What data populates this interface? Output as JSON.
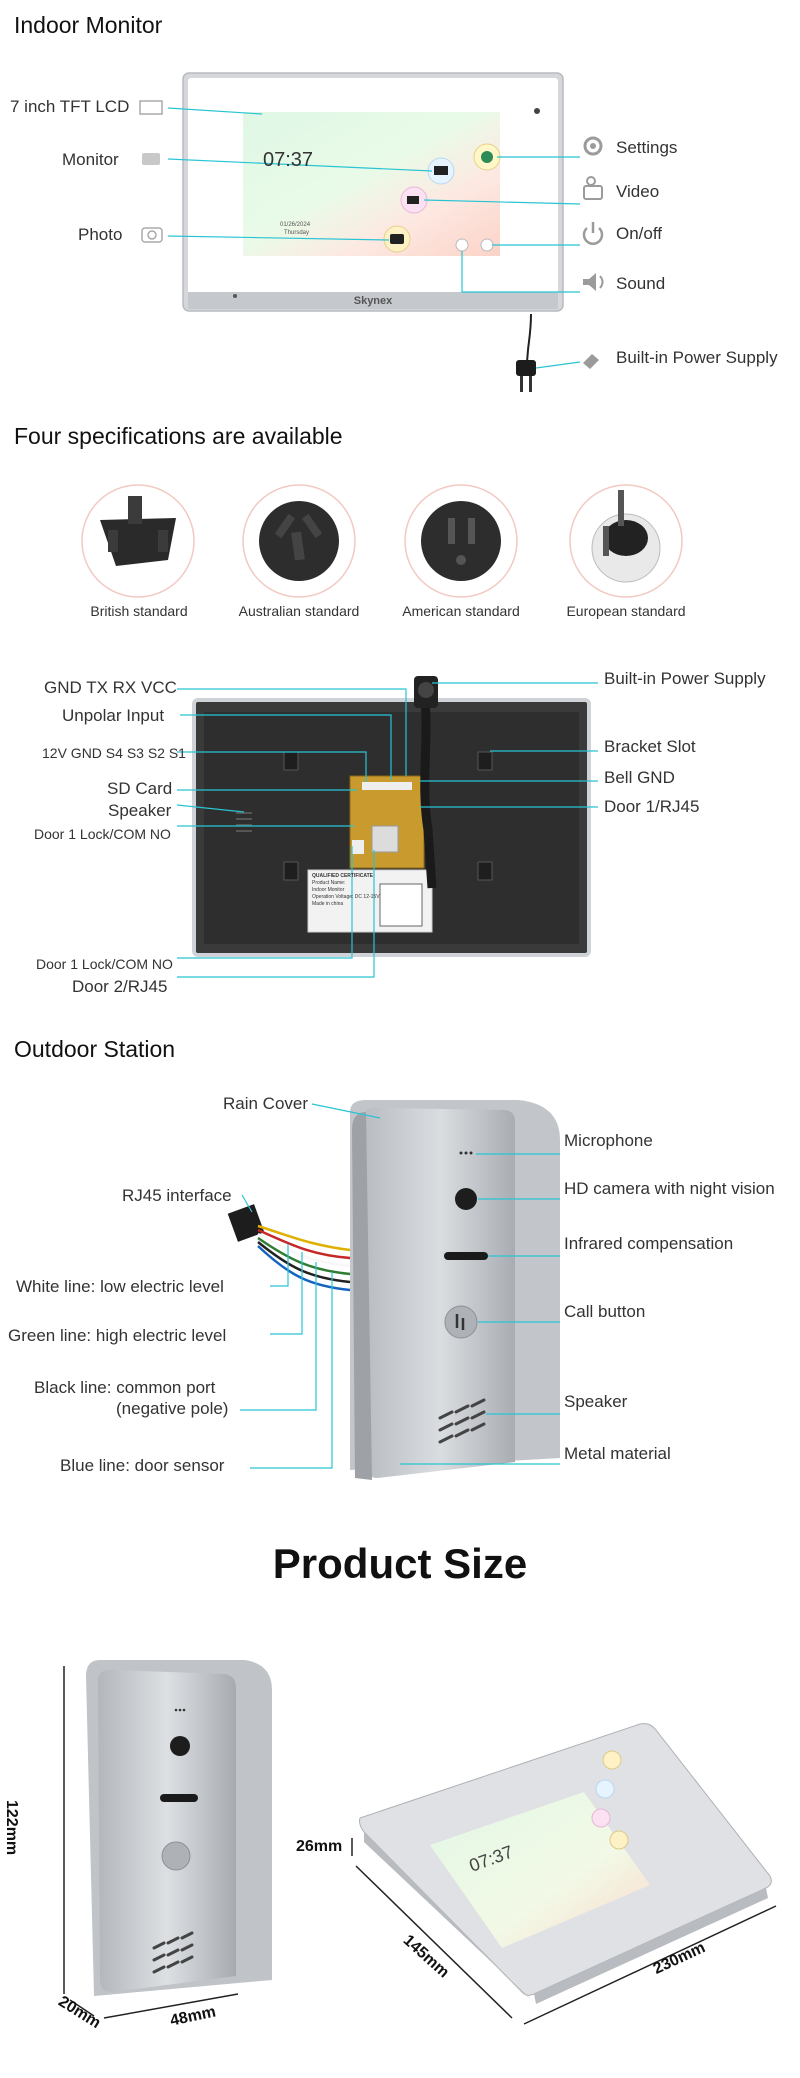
{
  "indoor": {
    "title": "Indoor Monitor",
    "labels": {
      "lcd": "7 inch TFT LCD",
      "monitor": "Monitor",
      "photo": "Photo",
      "settings": "Settings",
      "video": "Video",
      "onoff": "On/off",
      "sound": "Sound",
      "power": "Built-in Power Supply"
    },
    "screen": {
      "time": "07:37",
      "date": "01/26/2024",
      "day": "Thursday"
    },
    "brand": "Skynex"
  },
  "plugs": {
    "title": "Four specifications are available",
    "items": [
      "British standard",
      "Australian standard",
      "American standard",
      "European standard"
    ]
  },
  "back": {
    "left": [
      "GND TX RX VCC",
      "Unpolar Input",
      "12V GND S4 S3 S2 S1",
      "SD Card",
      "Speaker",
      "Door 1 Lock/COM NO",
      "Door 1 Lock/COM NO",
      "Door 2/RJ45"
    ],
    "right": [
      "Built-in Power Supply",
      "Bracket Slot",
      "Bell GND",
      "Door 1/RJ45"
    ],
    "sticker": {
      "title": "QUALIFIED CERTIFICATE",
      "line1": "Product Name:",
      "line2": "Indoor Monitor",
      "line3": "Operation Voltage: DC 12-15V",
      "line4": "Made in china"
    }
  },
  "outdoor": {
    "title": "Outdoor Station",
    "top": "Rain Cover",
    "left": [
      "RJ45 interface",
      "White line: low electric level",
      "Green line: high electric level",
      "Black line: common port",
      "(negative pole)",
      "Blue line: door sensor"
    ],
    "right": [
      "Microphone",
      "HD camera with night vision",
      "Infrared compensation",
      "Call button",
      "Speaker",
      "Metal material"
    ]
  },
  "size": {
    "title": "Product Size",
    "station": {
      "height": "122mm",
      "depth": "20mm",
      "width": "48mm"
    },
    "monitor": {
      "depth": "26mm",
      "height": "145mm",
      "width": "230mm",
      "time": "07:37"
    }
  },
  "colors": {
    "accent": "#29c4d4",
    "silver": "#c9ccd0",
    "dark": "#2b2b2b"
  }
}
